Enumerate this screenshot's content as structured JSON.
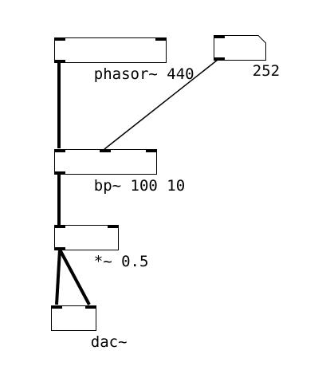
{
  "patch": {
    "objects": {
      "phasor": {
        "text": "phasor~ 440"
      },
      "number": {
        "text": "252"
      },
      "bandpass": {
        "text": "bp~ 100 10"
      },
      "multiply": {
        "text": "*~ 0.5"
      },
      "dac": {
        "text": "dac~"
      }
    }
  },
  "colors": {
    "ink": "#000000",
    "background": "#ffffff"
  }
}
